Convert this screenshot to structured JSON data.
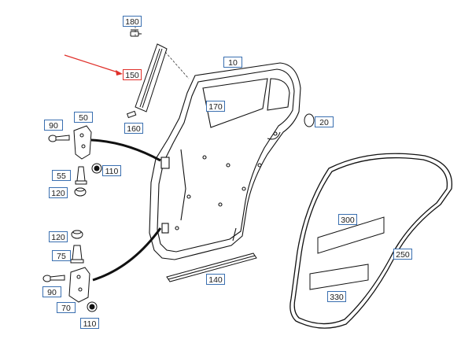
{
  "diagram": {
    "highlight_color": "#e0302a",
    "label_border_color": "#3a6fb0",
    "line_color": "#111111",
    "labels": {
      "p180": "180",
      "p150": "150",
      "p10": "10",
      "p170": "170",
      "p90a": "90",
      "p50": "50",
      "p160": "160",
      "p20": "20",
      "p55": "55",
      "p110a": "110",
      "p120a": "120",
      "p300": "300",
      "p250": "250",
      "p120b": "120",
      "p75": "75",
      "p140": "140",
      "p330": "330",
      "p90b": "90",
      "p70": "70",
      "p110b": "110"
    },
    "highlighted_part": "150"
  }
}
